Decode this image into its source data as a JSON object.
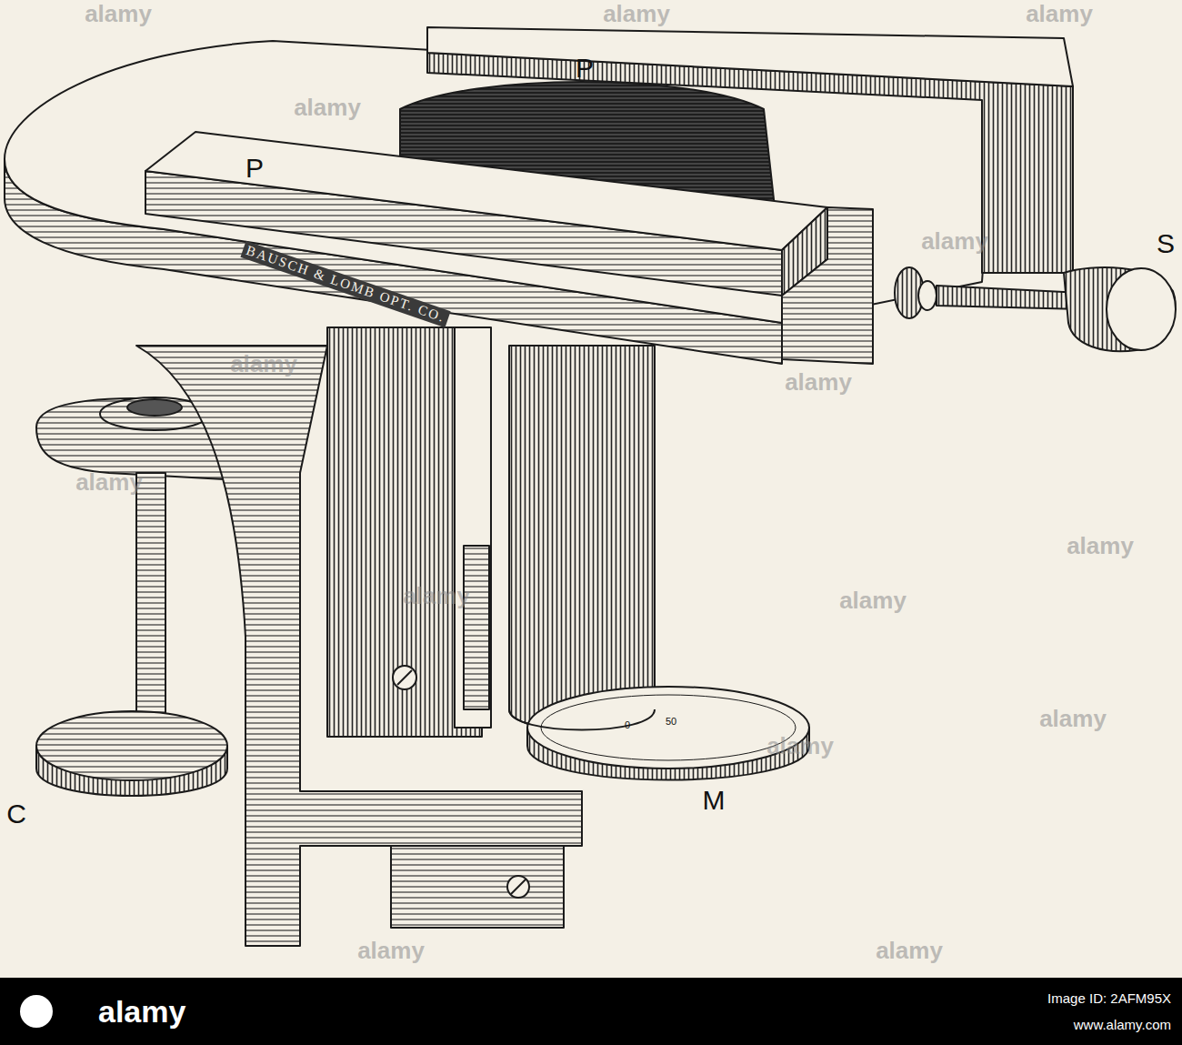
{
  "diagram": {
    "labels": [
      "P",
      "P",
      "S",
      "C",
      "M",
      "BAUSCH & LOMB OPT. CO.",
      "0",
      "50",
      "alamy",
      "alamy",
      "alamy",
      "alamy",
      "alamy",
      "alamy",
      "alamy",
      "alamy",
      "alamy",
      "alamy",
      "alamy",
      "alamy",
      "alamy",
      "alamy",
      "alamy",
      "alamy",
      "Image ID: 2AFM95X",
      "www.alamy.com"
    ]
  }
}
